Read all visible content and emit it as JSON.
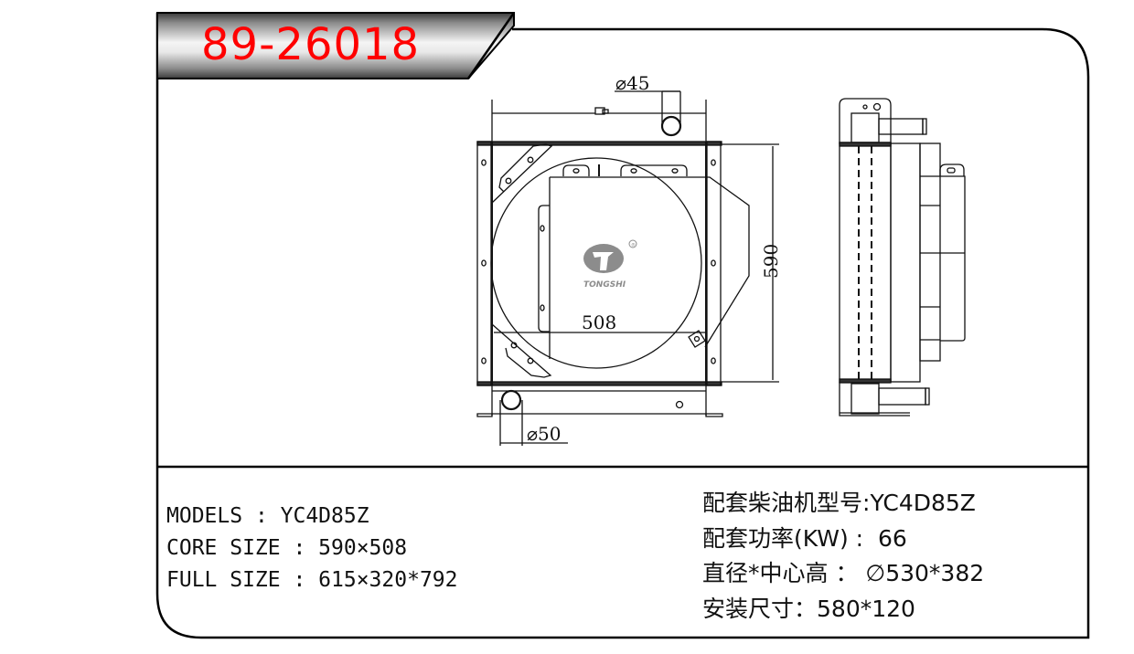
{
  "header": {
    "part_number": "89-26018",
    "title_color": "#ff0000"
  },
  "drawing": {
    "front_view": {
      "inlet_diameter_label": "⌀45",
      "outlet_diameter_label": "⌀50",
      "core_width_label": "508",
      "core_height_label": "590"
    },
    "logo": {
      "brand": "TONGSHI",
      "registered_mark": "®"
    }
  },
  "specs_left": [
    {
      "label": "MODELS",
      "sep": " : ",
      "value": "YC4D85Z"
    },
    {
      "label": "CORE SIZE",
      "sep": " : ",
      "value": "590×508"
    },
    {
      "label": "FULL SIZE",
      "sep": " : ",
      "value": "615×320*792"
    }
  ],
  "specs_right": [
    {
      "label": "配套柴油机型号",
      "sep": ":",
      "value": "YC4D85Z"
    },
    {
      "label": "配套功率(KW)",
      "sep": " :  ",
      "value": "66"
    },
    {
      "label": "直径*中心高",
      "sep": " ： ",
      "value": "∅530*382"
    },
    {
      "label": "安装尺寸",
      "sep": "：",
      "value": "580*120"
    }
  ]
}
